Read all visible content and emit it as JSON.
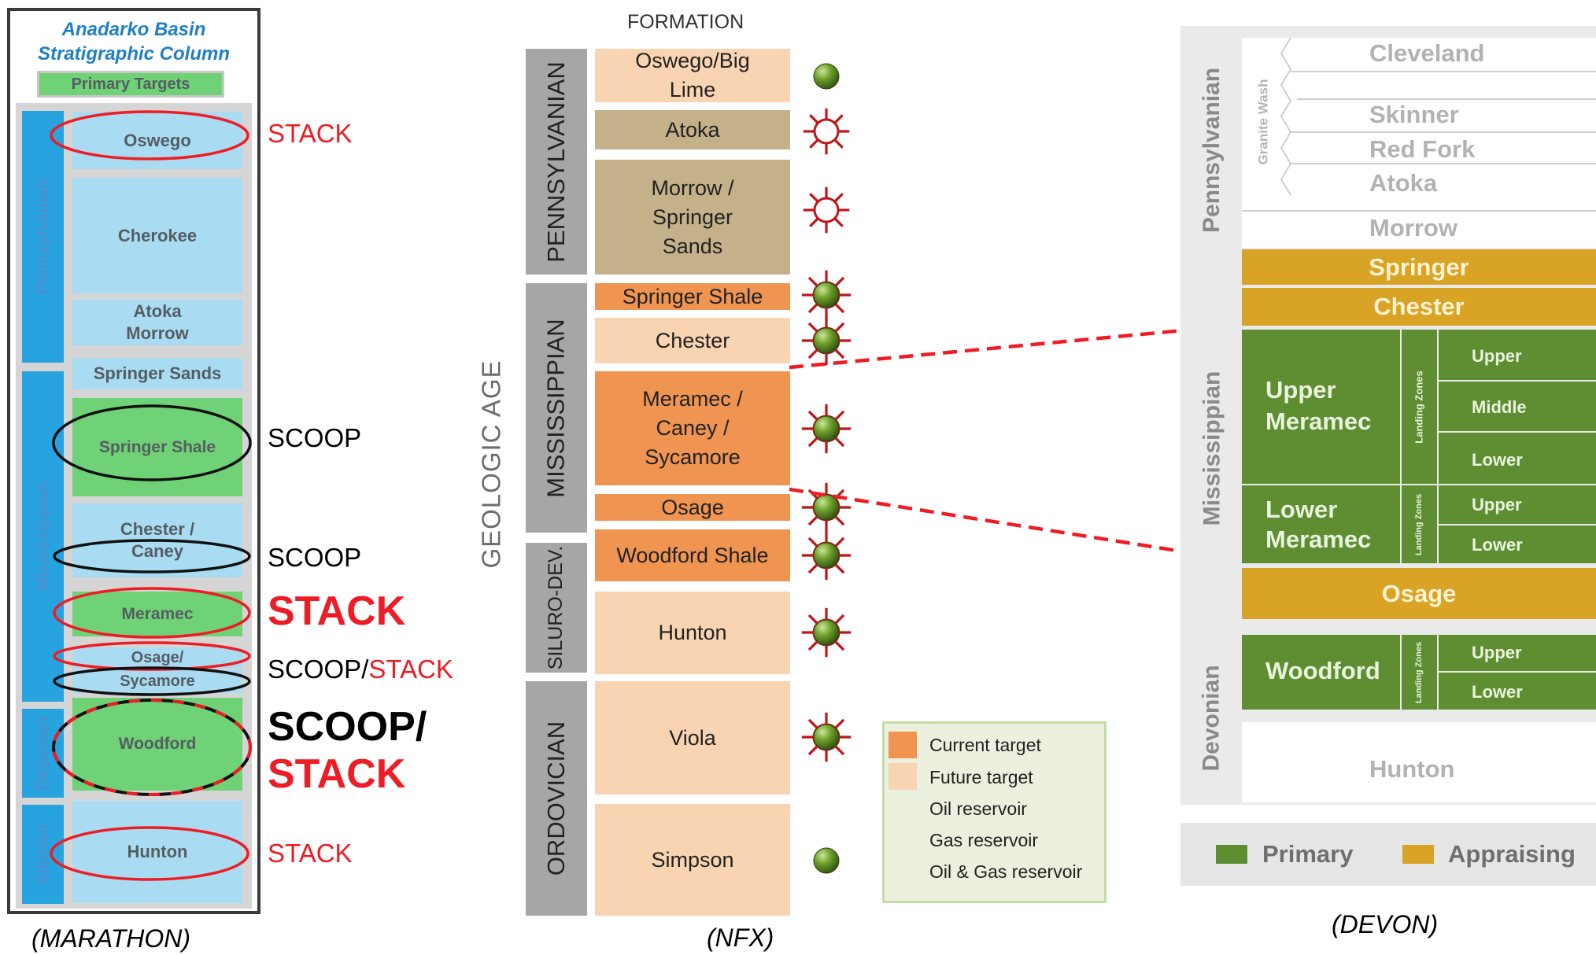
{
  "marathon": {
    "title_line1": "Anadarko Basin",
    "title_line2": "Stratigraphic Column",
    "legend_primary": "Primary Targets",
    "eras": [
      "Pennsylvanian",
      "Mississippian",
      "Devonian",
      "Silurian"
    ],
    "formations": {
      "oswego": "Oswego",
      "cherokee": "Cherokee",
      "atoka_morrow_1": "Atoka",
      "atoka_morrow_2": "Morrow",
      "springer_sands": "Springer Sands",
      "springer_shale": "Springer Shale",
      "chester_caney_1": "Chester /",
      "chester_caney_2": "Caney",
      "meramec": "Meramec",
      "osage": "Osage/",
      "sycamore": "Sycamore",
      "woodford": "Woodford",
      "hunton": "Hunton"
    },
    "labels": {
      "oswego": "STACK",
      "springer_shale": "SCOOP",
      "chester_caney": "SCOOP",
      "meramec": "STACK",
      "osage_scoop": "SCOOP/",
      "osage_stack": "STACK",
      "woodford_1": "SCOOP/",
      "woodford_2": "STACK",
      "hunton": "STACK"
    },
    "caption": "(MARATHON)"
  },
  "nfx": {
    "header": "FORMATION",
    "axis_label": "GEOLOGIC AGE",
    "ages": [
      "PENNSYLVANIAN",
      "MISSISSIPPIAN",
      "SILURO-DEV.",
      "ORDOVICIAN"
    ],
    "formations": [
      {
        "lines": [
          "Oswego/Big",
          "Lime"
        ],
        "kind": "light",
        "symbol": "oil"
      },
      {
        "lines": [
          "Atoka"
        ],
        "kind": "dark",
        "symbol": "gas"
      },
      {
        "lines": [
          "Morrow /",
          "Springer",
          "Sands"
        ],
        "kind": "dark",
        "symbol": "gas"
      },
      {
        "lines": [
          "Springer Shale"
        ],
        "kind": "orange",
        "symbol": "oilgas"
      },
      {
        "lines": [
          "Chester"
        ],
        "kind": "light",
        "symbol": "oilgas"
      },
      {
        "lines": [
          "Meramec /",
          "Caney /",
          "Sycamore"
        ],
        "kind": "orange",
        "symbol": "oilgas"
      },
      {
        "lines": [
          "Osage"
        ],
        "kind": "orange",
        "symbol": "oilgas"
      },
      {
        "lines": [
          "Woodford Shale"
        ],
        "kind": "orange",
        "symbol": "oilgas"
      },
      {
        "lines": [
          "Hunton"
        ],
        "kind": "light",
        "symbol": "oilgas"
      },
      {
        "lines": [
          "Viola"
        ],
        "kind": "light",
        "symbol": "oilgas"
      },
      {
        "lines": [
          "Simpson"
        ],
        "kind": "light",
        "symbol": "oil"
      }
    ],
    "legend": {
      "current": "Current target",
      "future": "Future target",
      "oil": "Oil reservoir",
      "gas": "Gas reservoir",
      "oilgas": "Oil & Gas reservoir"
    },
    "caption": "(NFX)"
  },
  "devon": {
    "eras": [
      "Pennsylvanian",
      "Mississippian",
      "Devonian"
    ],
    "granite_wash": "Granite Wash",
    "formations": {
      "cleveland": "Cleveland",
      "skinner": "Skinner",
      "red_fork": "Red Fork",
      "atoka": "Atoka",
      "morrow": "Morrow",
      "springer": "Springer",
      "chester": "Chester",
      "upper_meramec_1": "Upper",
      "upper_meramec_2": "Meramec",
      "lower_meramec_1": "Lower",
      "lower_meramec_2": "Meramec",
      "osage": "Osage",
      "woodford": "Woodford",
      "hunton": "Hunton"
    },
    "landing_zones": "Landing Zones",
    "zones": {
      "um_upper": "Upper",
      "um_middle": "Middle",
      "um_lower": "Lower",
      "lm_upper": "Upper",
      "lm_lower": "Lower",
      "wf_upper": "Upper",
      "wf_lower": "Lower"
    },
    "legend": {
      "primary": "Primary",
      "appraising": "Appraising"
    },
    "caption": "(DEVON)"
  },
  "colors": {
    "stack_red": "#ee1c24",
    "current_target": "#ef9451",
    "future_target": "#f8d4b2",
    "devon_primary": "#5f8d32",
    "devon_appraising": "#d9a325"
  }
}
